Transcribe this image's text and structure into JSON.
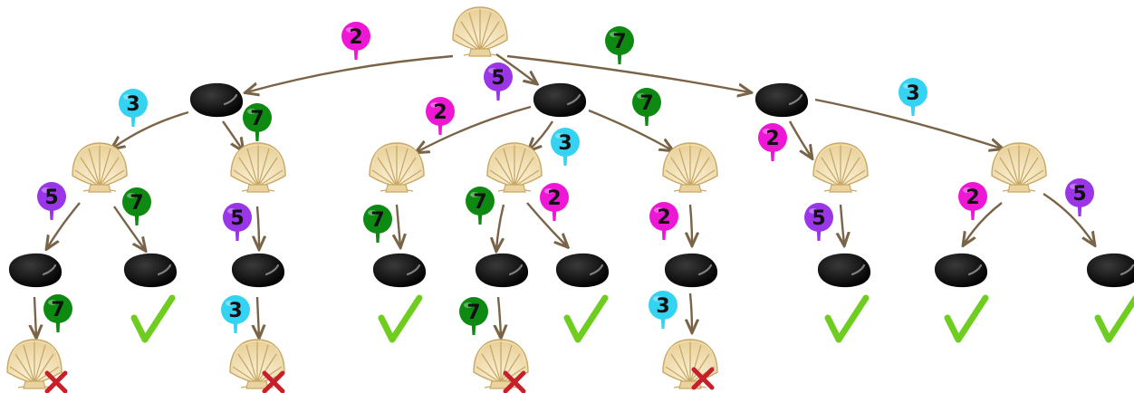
{
  "colors": {
    "pin_2": "#ee17d6",
    "pin_3": "#35d3f2",
    "pin_5": "#9a35e8",
    "pin_7": "#0e8a12",
    "arrow": "#7a6448",
    "check": "#6fcd1f",
    "cross": "#c8202a"
  },
  "pins": [
    {
      "value": "2",
      "color_key": "pin_2"
    },
    {
      "value": "7",
      "color_key": "pin_7"
    },
    {
      "value": "5",
      "color_key": "pin_5"
    },
    {
      "value": "3",
      "color_key": "pin_3"
    },
    {
      "value": "7",
      "color_key": "pin_7"
    },
    {
      "value": "2",
      "color_key": "pin_2"
    },
    {
      "value": "7",
      "color_key": "pin_7"
    },
    {
      "value": "3",
      "color_key": "pin_3"
    },
    {
      "value": "2",
      "color_key": "pin_2"
    },
    {
      "value": "3",
      "color_key": "pin_3"
    },
    {
      "value": "5",
      "color_key": "pin_5"
    },
    {
      "value": "7",
      "color_key": "pin_7"
    },
    {
      "value": "5",
      "color_key": "pin_5"
    },
    {
      "value": "7",
      "color_key": "pin_7"
    },
    {
      "value": "2",
      "color_key": "pin_2"
    },
    {
      "value": "7",
      "color_key": "pin_7"
    },
    {
      "value": "2",
      "color_key": "pin_2"
    },
    {
      "value": "5",
      "color_key": "pin_5"
    },
    {
      "value": "2",
      "color_key": "pin_2"
    },
    {
      "value": "5",
      "color_key": "pin_5"
    },
    {
      "value": "7",
      "color_key": "pin_7"
    },
    {
      "value": "3",
      "color_key": "pin_3"
    },
    {
      "value": "7",
      "color_key": "pin_7"
    },
    {
      "value": "3",
      "color_key": "pin_3"
    }
  ],
  "outcomes": [
    "fail",
    "success",
    "fail",
    "success",
    "fail",
    "success",
    "fail",
    "success",
    "success",
    "success"
  ]
}
